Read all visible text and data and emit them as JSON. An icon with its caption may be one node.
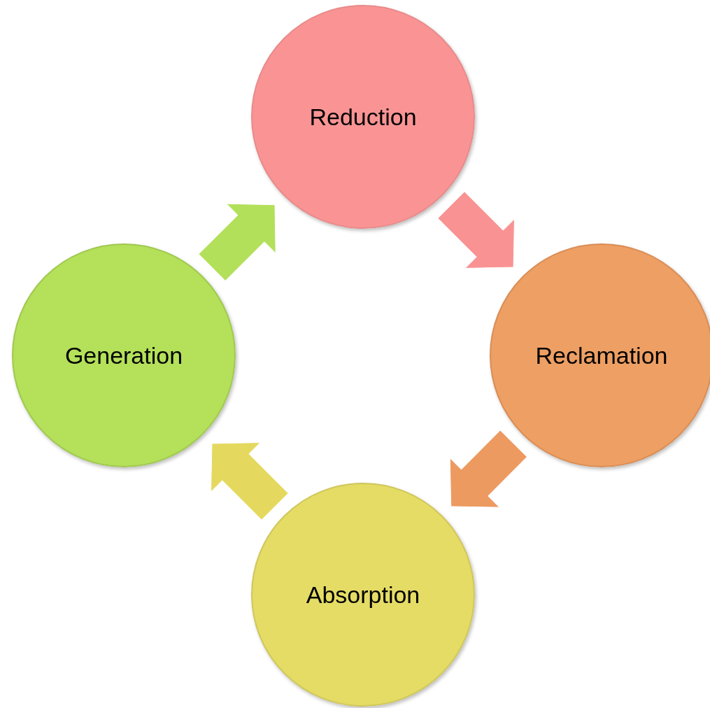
{
  "diagram": {
    "nodes": [
      {
        "text": [
          "Reduction"
        ]
      },
      {
        "text": [
          "Reclamation"
        ]
      },
      {
        "text": [
          "Absorption"
        ]
      },
      {
        "text": [
          "Generation"
        ]
      }
    ],
    "edges": [
      {
        "from": 0,
        "to": 1,
        "arrow": "to",
        "style": "thick",
        "color": "#f99393"
      },
      {
        "from": 1,
        "to": 2,
        "arrow": "to",
        "style": "thick",
        "color": "#ec9a60"
      },
      {
        "from": 2,
        "to": 3,
        "arrow": "to",
        "style": "thick",
        "color": "#e4d95e"
      },
      {
        "from": 3,
        "to": 0,
        "arrow": "to",
        "style": "thick",
        "color": "#b3e05a"
      }
    ]
  }
}
